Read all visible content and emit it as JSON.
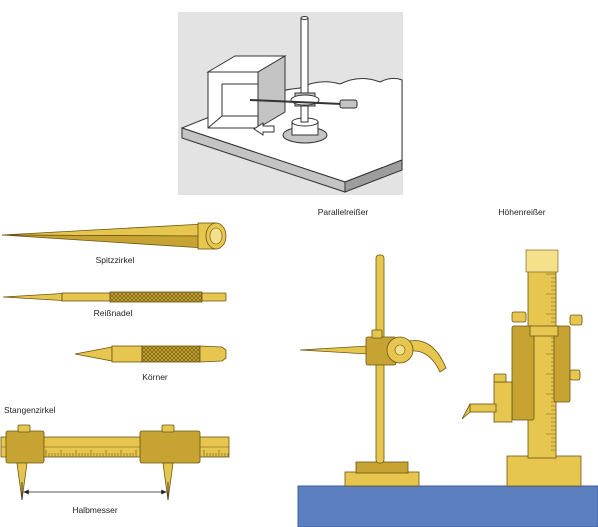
{
  "labels": {
    "parallelreisser": "Parallelreißer",
    "hoehenreisser": "Höhenreißer",
    "spitzzirkel": "Spitzzirkel",
    "reissnadel": "Reißnadel",
    "koerner": "Körner",
    "stangenzirkel": "Stangenzirkel",
    "halbmesser": "Halbmesser"
  },
  "colors": {
    "brass": "#e6c64f",
    "brass_dark": "#c7a333",
    "brass_light": "#f5e08c",
    "outline": "#6a5412",
    "plate": "#5b7fbf",
    "plate_edge": "#3d5c99",
    "sketch_bg": "#e3e3e3",
    "ink": "#333333"
  }
}
